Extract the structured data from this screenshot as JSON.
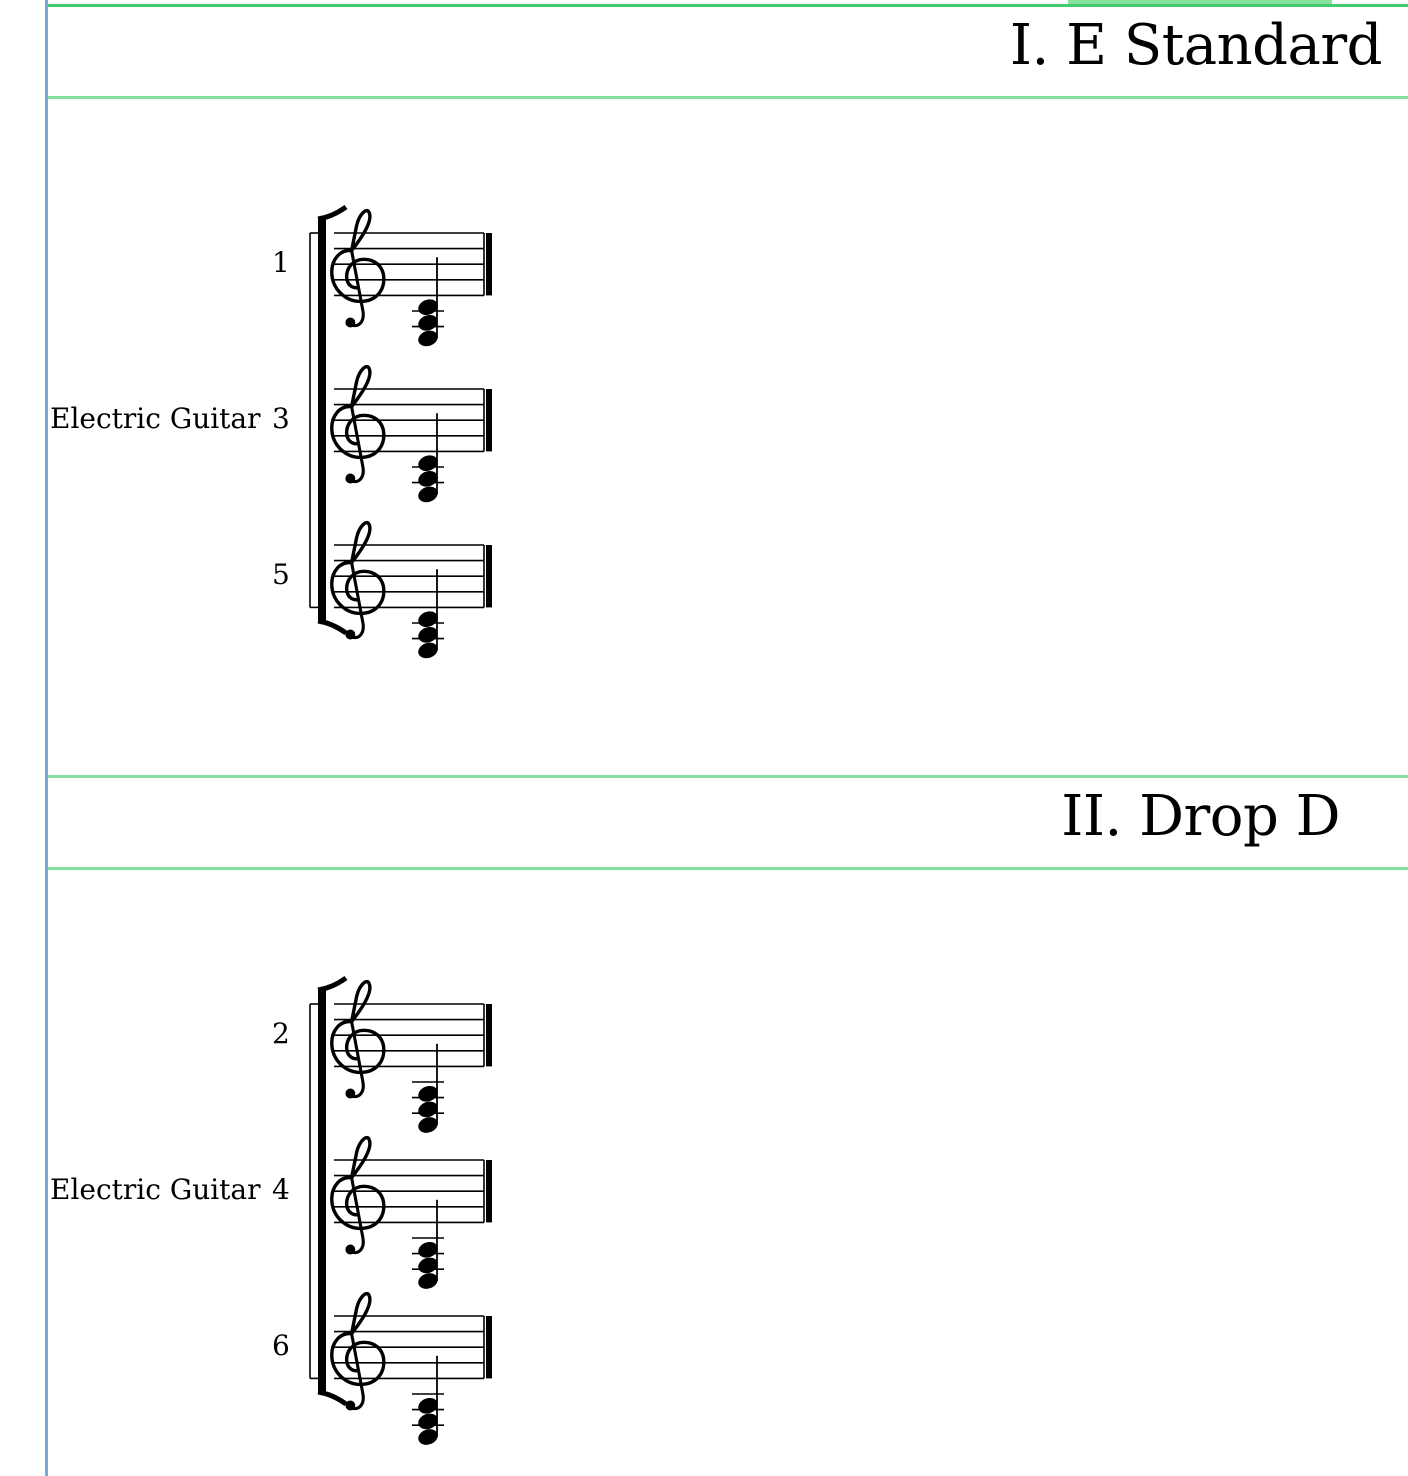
{
  "movements": [
    {
      "title": "I. E Standard",
      "instrument": "Electric Guitar",
      "staff_numbers": [
        "1",
        "3",
        "5"
      ]
    },
    {
      "title": "II. Drop D",
      "instrument": "Electric Guitar",
      "staff_numbers": [
        "2",
        "4",
        "6"
      ]
    }
  ],
  "colors": {
    "frame_blue": "#7aaad4",
    "frame_green": "#86e1a0",
    "frame_green_strong": "#43c96e"
  },
  "icons": [
    "treble-clef-icon",
    "brace-bracket",
    "final-barline"
  ]
}
